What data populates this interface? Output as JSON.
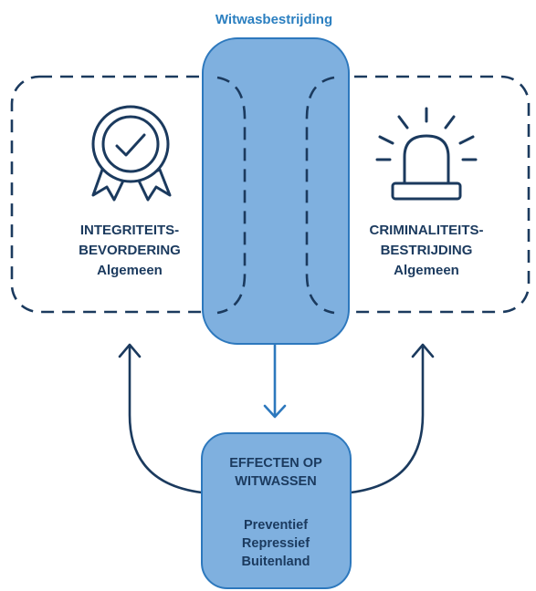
{
  "title": "Witwasbestrijding",
  "left_block": {
    "line1": "INTEGRITEITS-",
    "line2": "BEVORDERING",
    "line3": "Algemeen",
    "icon": "award-ribbon-checkmark-icon"
  },
  "right_block": {
    "line1": "CRIMINALITEITS-",
    "line2": "BESTRIJDING",
    "line3": "Algemeen",
    "icon": "alarm-siren-icon"
  },
  "bottom_box": {
    "heading_line1": "EFFECTEN OP",
    "heading_line2": "WITWASSEN",
    "items": [
      "Preventief",
      "Repressief",
      "Buitenland"
    ]
  },
  "colors": {
    "navy": "#1b3a5e",
    "blue_title": "#2b7fc0",
    "box_fill": "#7fb0df",
    "box_stroke": "#2d78bd"
  }
}
